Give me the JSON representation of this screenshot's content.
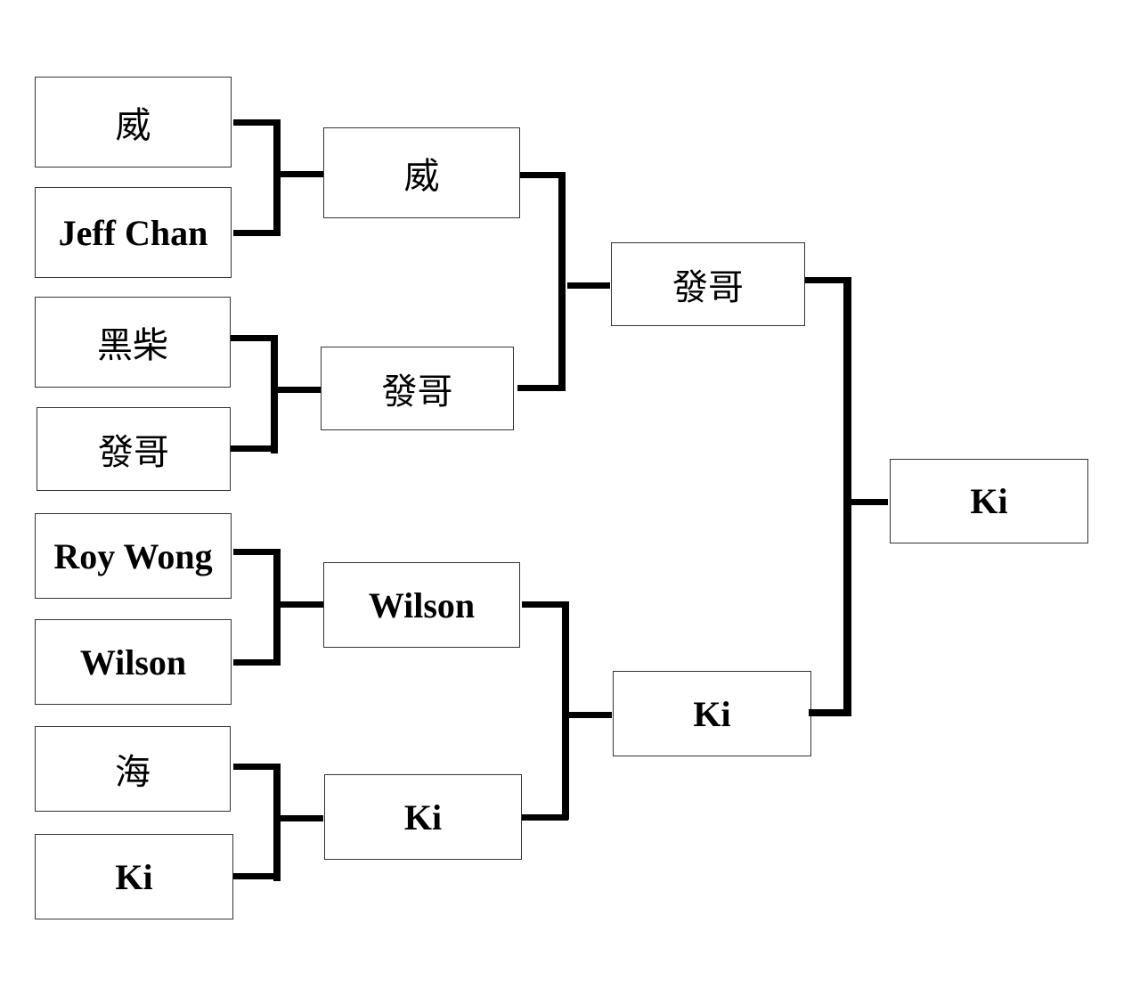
{
  "bracket": {
    "round1": [
      {
        "name": "威",
        "script": "cjk"
      },
      {
        "name": "Jeff Chan",
        "script": "latin"
      },
      {
        "name": "黑柴",
        "script": "cjk"
      },
      {
        "name": "發哥",
        "script": "cjk"
      },
      {
        "name": "Roy Wong",
        "script": "latin"
      },
      {
        "name": "Wilson",
        "script": "latin"
      },
      {
        "name": "海",
        "script": "cjk"
      },
      {
        "name": "Ki",
        "script": "latin"
      }
    ],
    "round2": [
      {
        "name": "威",
        "script": "cjk"
      },
      {
        "name": "發哥",
        "script": "cjk"
      },
      {
        "name": "Wilson",
        "script": "latin"
      },
      {
        "name": "Ki",
        "script": "latin"
      }
    ],
    "round3": [
      {
        "name": "發哥",
        "script": "cjk"
      },
      {
        "name": "Ki",
        "script": "latin"
      }
    ],
    "champion": {
      "name": "Ki",
      "script": "latin"
    }
  },
  "colors": {
    "line": "#000000",
    "box_border": "#333333",
    "background": "#ffffff"
  }
}
